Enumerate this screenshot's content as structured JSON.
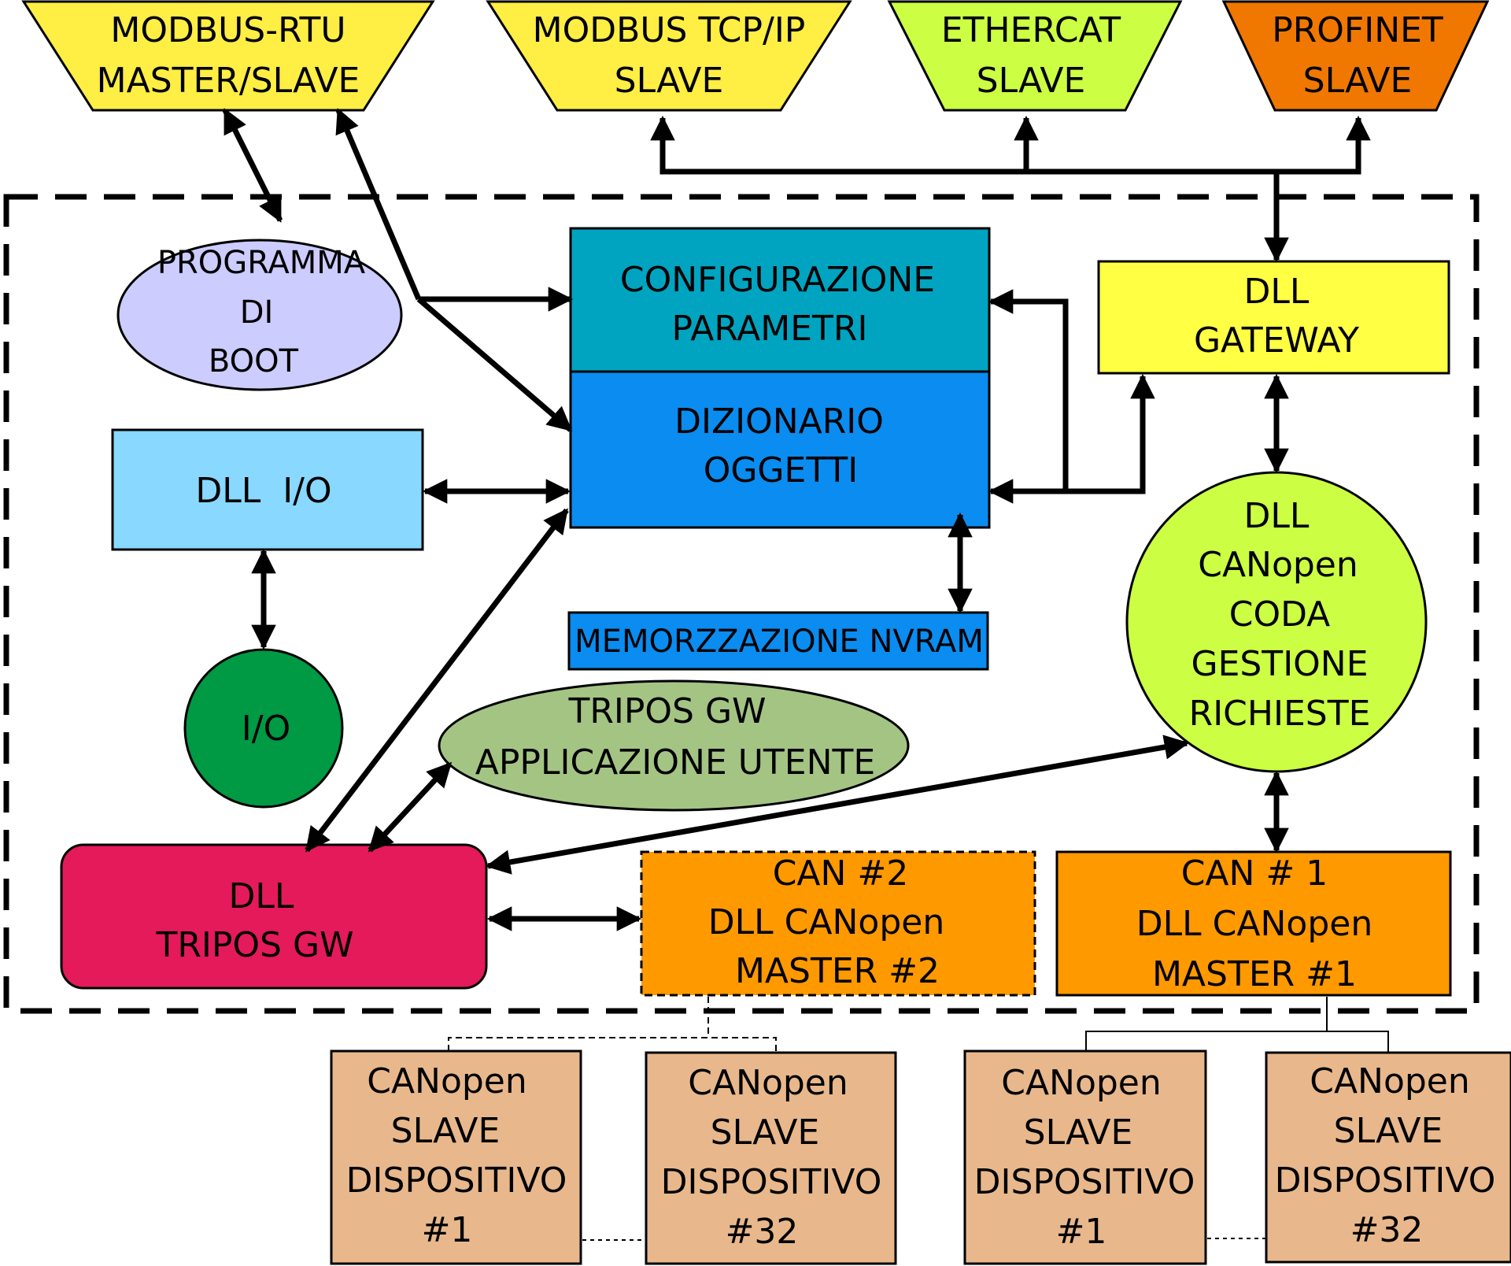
{
  "diagram": {
    "protocols": {
      "modbus_rtu": [
        "MODBUS-RTU",
        "MASTER/SLAVE"
      ],
      "modbus_tcp": [
        "MODBUS TCP/IP",
        "SLAVE"
      ],
      "ethercat": [
        "ETHERCAT",
        "SLAVE"
      ],
      "profinet": [
        "PROFINET",
        "SLAVE"
      ]
    },
    "nodes": {
      "boot": [
        "PROGRAMMA",
        "DI",
        "BOOT"
      ],
      "config": [
        "CONFIGURAZIONE",
        "PARAMETRI"
      ],
      "dictionary": [
        "DIZIONARIO",
        "OGGETTI"
      ],
      "dll_gateway": [
        "DLL",
        "GATEWAY"
      ],
      "dll_io": "DLL  I/O",
      "io": "I/O",
      "nvram": "MEMORZZAZIONE NVRAM",
      "canopen_queue": [
        "DLL",
        "CANopen",
        "CODA",
        "GESTIONE",
        "RICHIESTE"
      ],
      "tripos_app": [
        "TRIPOS GW",
        "APPLICAZIONE UTENTE"
      ],
      "dll_tripos": [
        "DLL",
        "TRIPOS GW"
      ],
      "can2": [
        "CAN #2",
        "DLL CANopen",
        "MASTER #2"
      ],
      "can1": [
        "CAN # 1",
        "DLL CANopen",
        "MASTER #1"
      ]
    },
    "slaves": {
      "s2_first": [
        "CANopen",
        "SLAVE",
        "DISPOSITIVO",
        "#1"
      ],
      "s2_last": [
        "CANopen",
        "SLAVE",
        "DISPOSITIVO",
        "#32"
      ],
      "s1_first": [
        "CANopen",
        "SLAVE",
        "DISPOSITIVO",
        "#1"
      ],
      "s1_last": [
        "CANopen",
        "SLAVE",
        "DISPOSITIVO",
        "#32"
      ]
    },
    "colors": {
      "modbus": "#ffee44",
      "ethercat": "#ccff44",
      "profinet": "#f07800",
      "boot": "#ccccff",
      "config": "#00a4c0",
      "dictionary": "#0a8cf0",
      "gateway": "#ffff44",
      "dll_io": "#88d8ff",
      "io": "#009944",
      "nvram": "#0a8cf0",
      "canopen_queue": "#ccff44",
      "tripos_app": "#a4c484",
      "dll_tripos": "#e41a5a",
      "can_master": "#ff9900",
      "slave": "#e8b88c"
    }
  }
}
